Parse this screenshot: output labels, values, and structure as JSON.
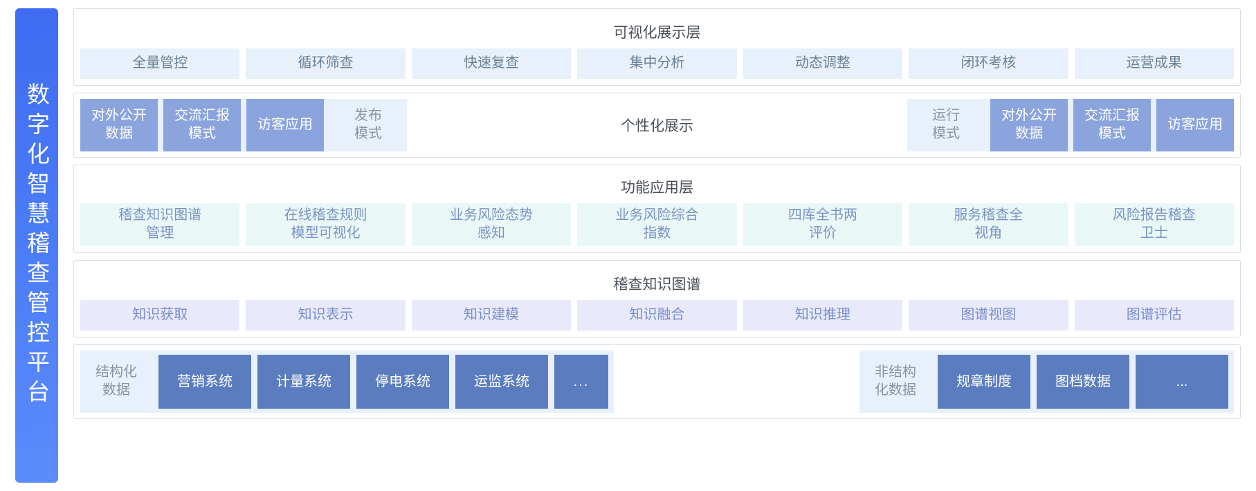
{
  "platform": {
    "vertical_title": "数字化智慧稽查管控平台",
    "accent_color": "#4a7bf7"
  },
  "layers": [
    {
      "id": "visualization",
      "title": "可视化展示层",
      "chip_color": "#e8f1fb",
      "chip_text_color": "#6b7f96",
      "items": [
        {
          "label": "全量管控"
        },
        {
          "label": "循环筛查"
        },
        {
          "label": "快速复查"
        },
        {
          "label": "集中分析"
        },
        {
          "label": "动态调整"
        },
        {
          "label": "闭环考核"
        },
        {
          "label": "运营成果"
        }
      ]
    },
    {
      "id": "personalized-display",
      "center_label": "个性化展示",
      "solid_color": "#8ba4dd",
      "left_group": [
        {
          "label": "对外公开\n数据",
          "style": "solid"
        },
        {
          "label": "交流汇报\n模式",
          "style": "solid"
        },
        {
          "label": "访客应用",
          "style": "solid"
        },
        {
          "label": "发布\n模式",
          "style": "ghost"
        }
      ],
      "right_group": [
        {
          "label": "运行\n模式",
          "style": "ghost"
        },
        {
          "label": "对外公开\n数据",
          "style": "solid"
        },
        {
          "label": "交流汇报\n模式",
          "style": "solid"
        },
        {
          "label": "访客应用",
          "style": "solid"
        }
      ]
    },
    {
      "id": "functional-application",
      "title": "功能应用层",
      "chip_color": "#e9f8f7",
      "chip_text_color": "#7b93c4",
      "items": [
        {
          "label": "稽查知识图谱\n管理"
        },
        {
          "label": "在线稽查规则\n模型可视化"
        },
        {
          "label": "业务风险态势\n感知"
        },
        {
          "label": "业务风险综合\n指数"
        },
        {
          "label": "四库全书两\n评价"
        },
        {
          "label": "服务稽查全\n视角"
        },
        {
          "label": "风险报告稽查\n卫士"
        }
      ]
    },
    {
      "id": "knowledge-graph",
      "title": "稽查知识图谱",
      "chip_color": "#e8eafb",
      "chip_text_color": "#7b8ec9",
      "items": [
        {
          "label": "知识获取"
        },
        {
          "label": "知识表示"
        },
        {
          "label": "知识建模"
        },
        {
          "label": "知识融合"
        },
        {
          "label": "知识推理"
        },
        {
          "label": "图谱视图"
        },
        {
          "label": "图谱评估"
        }
      ]
    },
    {
      "id": "data-sources",
      "chip_color": "#5b7dc0",
      "groups": [
        {
          "label": "结构化\n数据",
          "items": [
            {
              "label": "营销系统",
              "size": "wide"
            },
            {
              "label": "计量系统",
              "size": "wide"
            },
            {
              "label": "停电系统",
              "size": "wide"
            },
            {
              "label": "运监系统",
              "size": "wide"
            },
            {
              "label": "...",
              "size": "narrow"
            }
          ]
        },
        {
          "label": "非结构\n化数据",
          "items": [
            {
              "label": "规章制度",
              "size": "wide"
            },
            {
              "label": "图档数据",
              "size": "wide"
            },
            {
              "label": "...",
              "size": "wide"
            }
          ]
        }
      ]
    }
  ]
}
